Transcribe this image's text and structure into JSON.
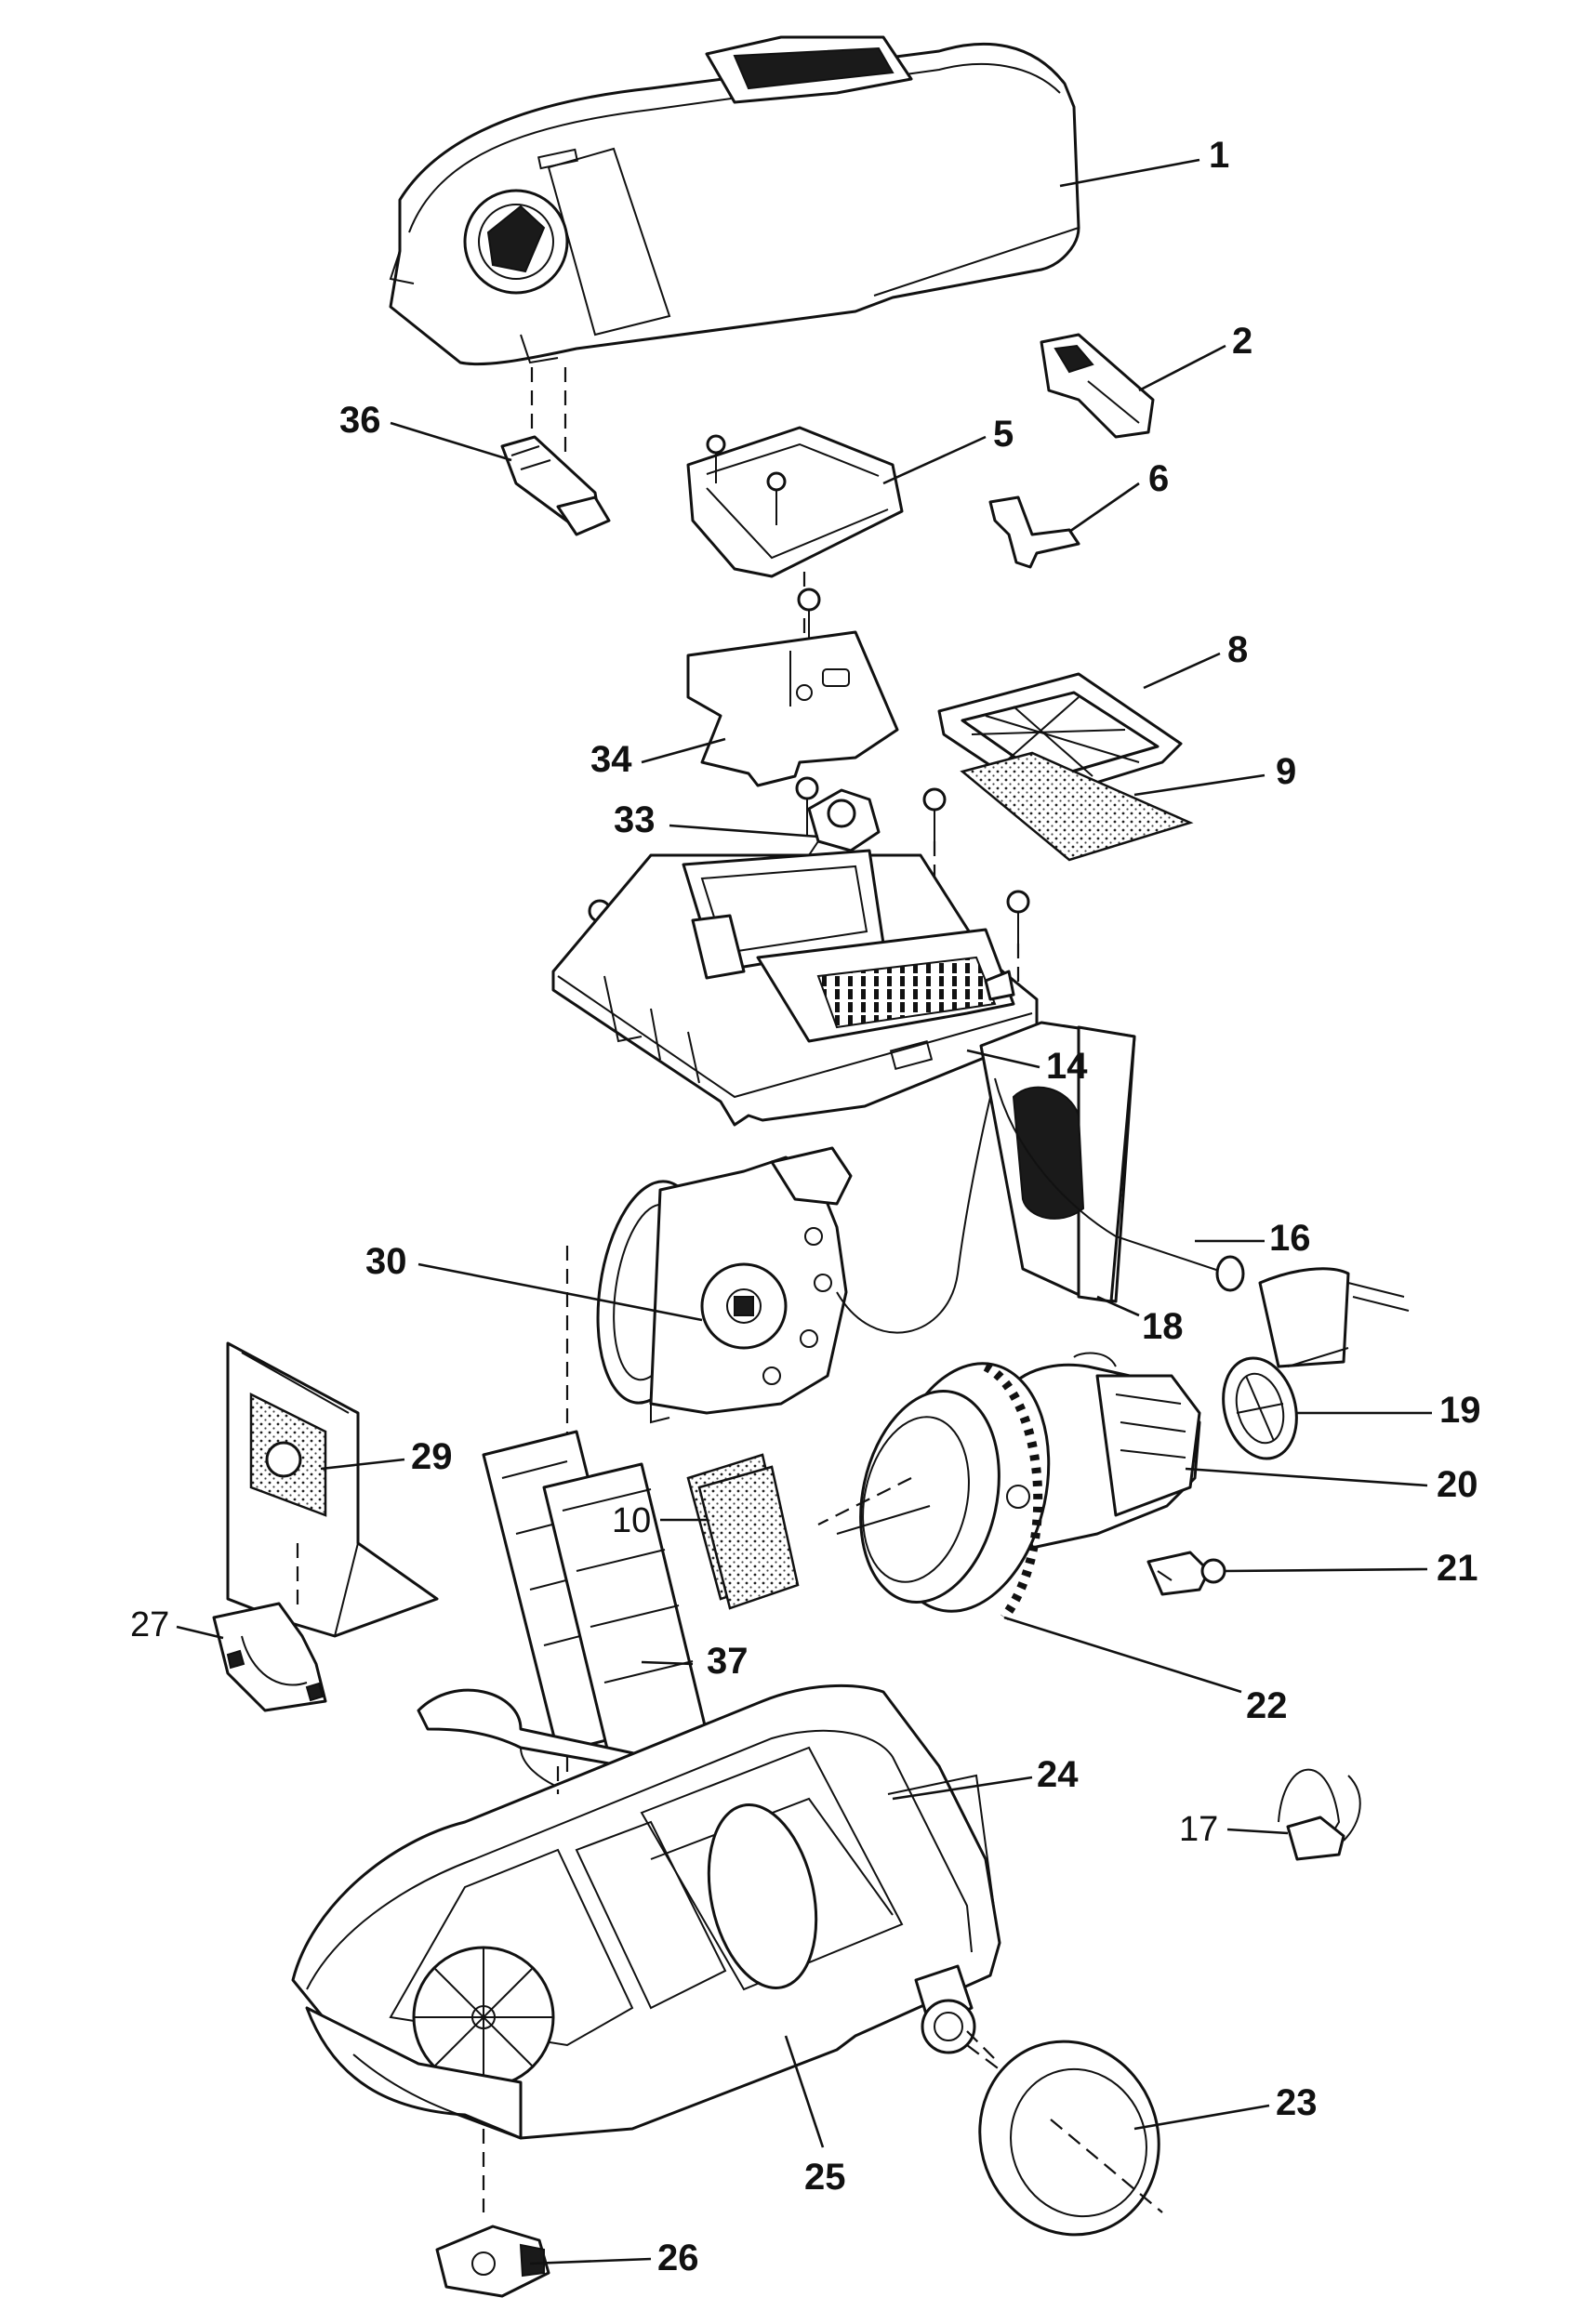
{
  "callouts": [
    {
      "id": "1",
      "label": "1"
    },
    {
      "id": "2",
      "label": "2"
    },
    {
      "id": "5",
      "label": "5"
    },
    {
      "id": "6",
      "label": "6"
    },
    {
      "id": "8",
      "label": "8"
    },
    {
      "id": "9",
      "label": "9"
    },
    {
      "id": "10",
      "label": "10"
    },
    {
      "id": "14",
      "label": "14"
    },
    {
      "id": "16",
      "label": "16"
    },
    {
      "id": "17",
      "label": "17"
    },
    {
      "id": "18",
      "label": "18"
    },
    {
      "id": "19",
      "label": "19"
    },
    {
      "id": "20",
      "label": "20"
    },
    {
      "id": "21",
      "label": "21"
    },
    {
      "id": "22",
      "label": "22"
    },
    {
      "id": "23",
      "label": "23"
    },
    {
      "id": "24",
      "label": "24"
    },
    {
      "id": "25",
      "label": "25"
    },
    {
      "id": "26",
      "label": "26"
    },
    {
      "id": "27",
      "label": "27"
    },
    {
      "id": "29",
      "label": "29"
    },
    {
      "id": "30",
      "label": "30"
    },
    {
      "id": "33",
      "label": "33"
    },
    {
      "id": "34",
      "label": "34"
    },
    {
      "id": "36",
      "label": "36"
    },
    {
      "id": "37",
      "label": "37"
    }
  ]
}
